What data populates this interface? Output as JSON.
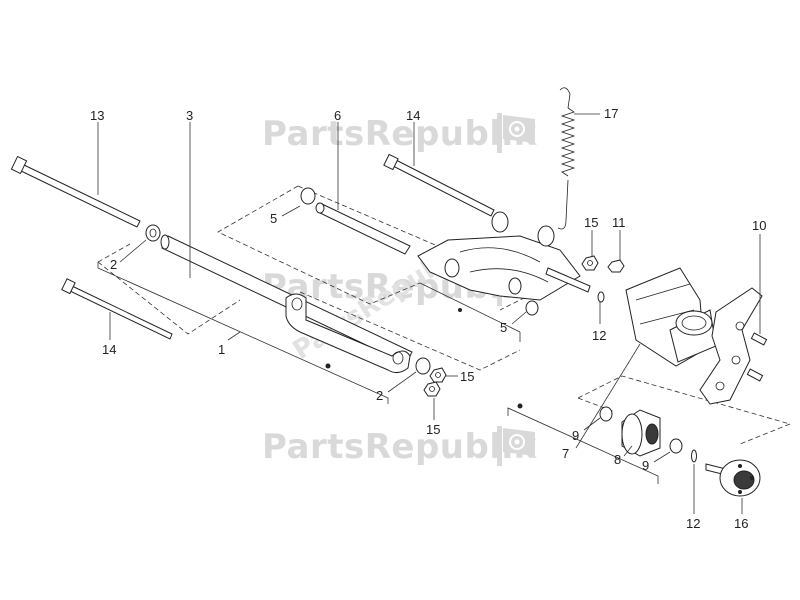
{
  "watermark": {
    "text": "PartsRepublik"
  },
  "callouts": {
    "c13": "13",
    "c3": "3",
    "c6": "6",
    "c14_top": "14",
    "c17": "17",
    "c5_left": "5",
    "c15_top": "15",
    "c11": "11",
    "c10": "10",
    "c2_top": "2",
    "c5_right": "5",
    "c12_top": "12",
    "c14_left": "14",
    "c1": "1",
    "c15_mid": "15",
    "c2_bottom": "2",
    "c15_bottom": "15",
    "c9_left": "9",
    "c7": "7",
    "c8": "8",
    "c9_right": "9",
    "c12_bottom": "12",
    "c16": "16"
  }
}
